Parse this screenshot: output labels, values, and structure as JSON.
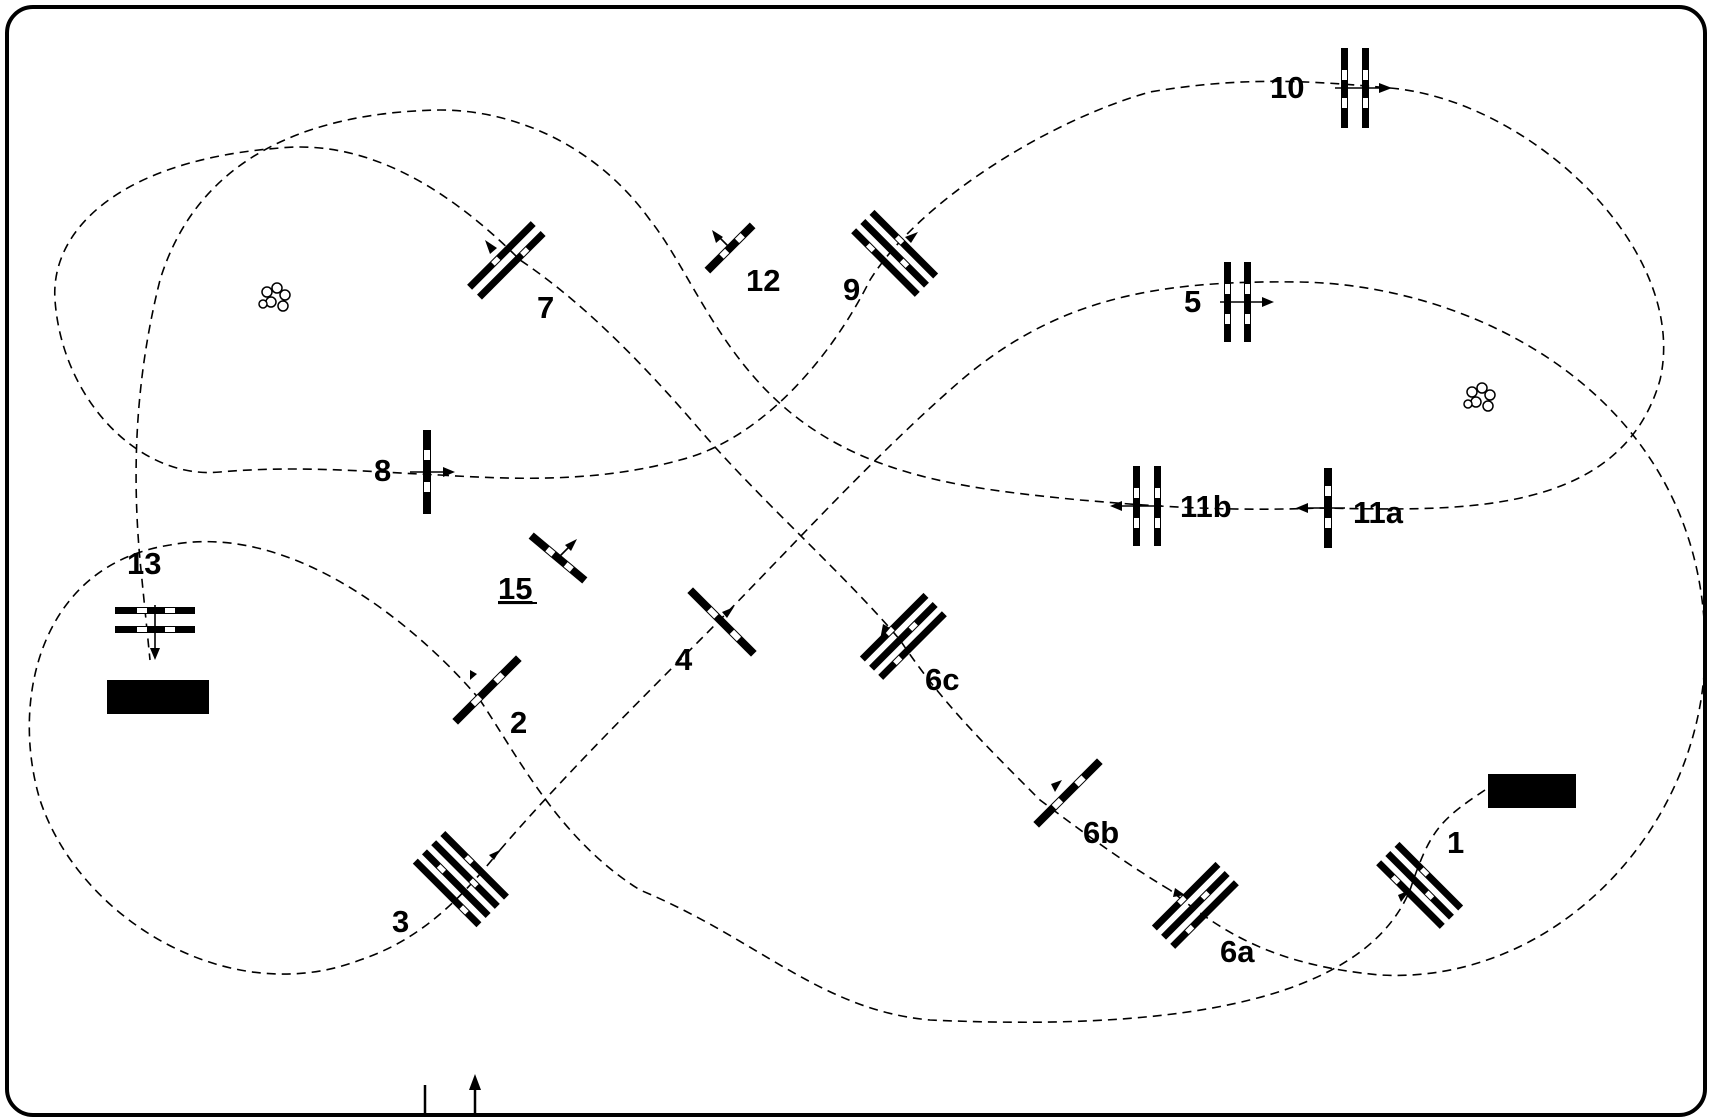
{
  "diagram": {
    "type": "show-jumping course plan",
    "border_color": "#000000",
    "background": "#ffffff",
    "fences": [
      {
        "id": "f1",
        "label": "1"
      },
      {
        "id": "f2",
        "label": "2"
      },
      {
        "id": "f3",
        "label": "3"
      },
      {
        "id": "f4",
        "label": "4"
      },
      {
        "id": "f5",
        "label": "5"
      },
      {
        "id": "f6a",
        "label": "6a"
      },
      {
        "id": "f6b",
        "label": "6b"
      },
      {
        "id": "f6c",
        "label": "6c"
      },
      {
        "id": "f7",
        "label": "7"
      },
      {
        "id": "f8",
        "label": "8"
      },
      {
        "id": "f9",
        "label": "9"
      },
      {
        "id": "f10",
        "label": "10"
      },
      {
        "id": "f11a",
        "label": "11a"
      },
      {
        "id": "f11b",
        "label": "11b"
      },
      {
        "id": "f12",
        "label": "12"
      },
      {
        "id": "f13",
        "label": "13"
      },
      {
        "id": "f15",
        "label": "15"
      }
    ],
    "start_marker": "start-box",
    "finish_marker": "finish-box",
    "decorations": [
      "shrub-icon",
      "shrub-icon"
    ],
    "entrance_icons": [
      "gate-post-icon",
      "entrance-arrow-icon"
    ]
  }
}
